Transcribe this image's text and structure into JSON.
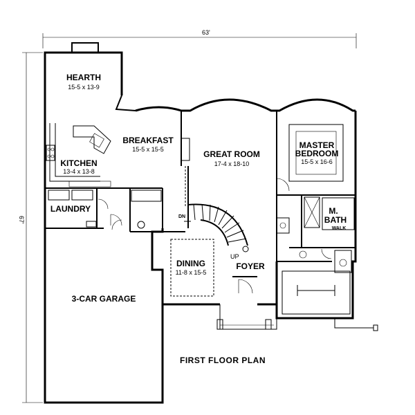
{
  "plan": {
    "title": "FIRST FLOOR PLAN",
    "overall_width": "63'",
    "overall_depth": "67'"
  },
  "rooms": {
    "hearth": {
      "name": "HEARTH",
      "size": "15-5 x 13-9"
    },
    "breakfast": {
      "name": "BREAKFAST",
      "size": "15-5 x 15-5"
    },
    "kitchen": {
      "name": "KITCHEN",
      "size": "13-4 x 13-8"
    },
    "great_room": {
      "name": "GREAT ROOM",
      "size": "17-4 x 18-10"
    },
    "master_bedroom": {
      "name_line1": "MASTER",
      "name_line2": "BEDROOM",
      "size": "15-5 x 16-6"
    },
    "laundry": {
      "name": "LAUNDRY"
    },
    "master_bath": {
      "name_line1": "M.",
      "name_line2": "BATH",
      "note": "WALK"
    },
    "dining": {
      "name": "DINING",
      "size": "11-8 x 15-5"
    },
    "foyer": {
      "name": "FOYER"
    },
    "garage": {
      "name": "3-CAR GARAGE"
    }
  },
  "stairs": {
    "down": "DN",
    "up": "UP"
  }
}
